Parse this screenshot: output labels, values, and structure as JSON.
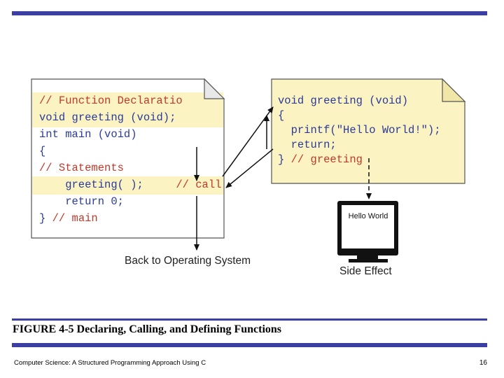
{
  "left_code": {
    "lines": [
      [
        {
          "t": "// Function Declaratio",
          "c": "cm"
        }
      ],
      [
        {
          "t": "void",
          "c": "kw"
        },
        {
          "t": " greeting (",
          "c": "kw"
        },
        {
          "t": "void",
          "c": "kw"
        },
        {
          "t": ");",
          "c": "kw"
        }
      ],
      [
        {
          "t": "int main (",
          "c": "kw"
        },
        {
          "t": "void",
          "c": "kw"
        },
        {
          "t": ")",
          "c": "kw"
        }
      ],
      [
        {
          "t": "{",
          "c": "kw"
        }
      ],
      [
        {
          "t": "// Statements",
          "c": "cm"
        }
      ],
      [
        {
          "t": "    greeting( );",
          "c": "kw"
        },
        {
          "t": "     // call",
          "c": "cm"
        }
      ],
      [
        {
          "t": "    return 0;",
          "c": "kw"
        }
      ],
      [
        {
          "t": "} ",
          "c": "kw"
        },
        {
          "t": "// main",
          "c": "cm"
        }
      ]
    ]
  },
  "right_code": {
    "lines": [
      [
        {
          "t": "void greeting (void)",
          "c": "kw"
        }
      ],
      [
        {
          "t": "{",
          "c": "kw"
        }
      ],
      [
        {
          "t": "  printf(\"Hello World!\");",
          "c": "kw"
        }
      ],
      [
        {
          "t": "  return;",
          "c": "kw"
        }
      ],
      [
        {
          "t": "} ",
          "c": "kw"
        },
        {
          "t": "// greeting",
          "c": "cm"
        }
      ]
    ]
  },
  "monitor_text": "Hello World",
  "labels": {
    "back_to_os": "Back to Operating System",
    "side_effect": "Side Effect"
  },
  "caption": "FIGURE 4-5  Declaring, Calling, and Defining Functions",
  "footer": "Computer Science: A Structured Programming Approach Using C",
  "page_number": "16",
  "colors": {
    "bar": "#3b3fa3",
    "keyword": "#2a3a9a",
    "comment": "#c0392b",
    "highlight": "#fbf3c1",
    "note_fill": "#fbf3c1"
  }
}
